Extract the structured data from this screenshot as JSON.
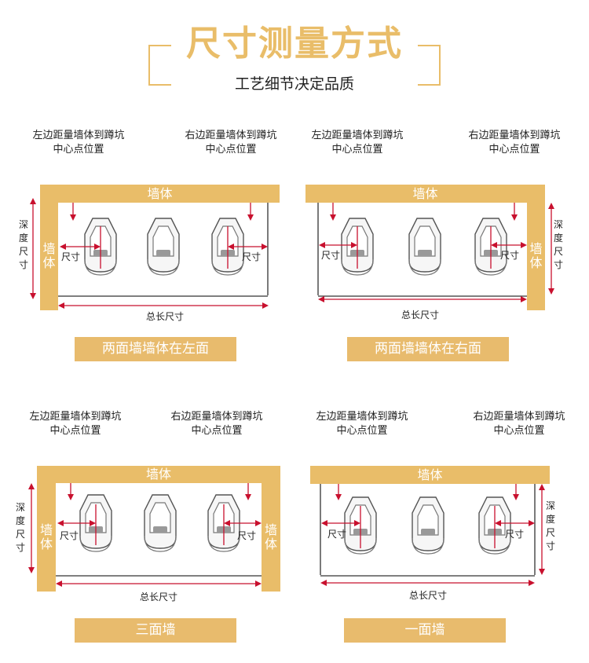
{
  "header": {
    "title": "尺寸测量方式",
    "subtitle": "工艺细节决定品质"
  },
  "labels": {
    "left_distance_line1": "左边距量墙体到蹲坑",
    "left_distance_line2": "中心点位置",
    "right_distance_line1": "右边距量墙体到蹲坑",
    "right_distance_line2": "中心点位置",
    "wall": "墙体",
    "depth_char1": "深",
    "depth_char2": "度",
    "depth_char3": "尺",
    "depth_char4": "寸",
    "wall_char1": "墙",
    "wall_char2": "体",
    "size": "尺寸",
    "total_length": "总长尺寸"
  },
  "panels": [
    {
      "caption": "两面墙墙体在左面"
    },
    {
      "caption": "两面墙墙体在右面"
    },
    {
      "caption": "三面墙"
    },
    {
      "caption": "一面墙"
    }
  ],
  "colors": {
    "gold": "#e9bd69",
    "caption_bg": "#e8bb6d",
    "red": "#c8102e"
  }
}
